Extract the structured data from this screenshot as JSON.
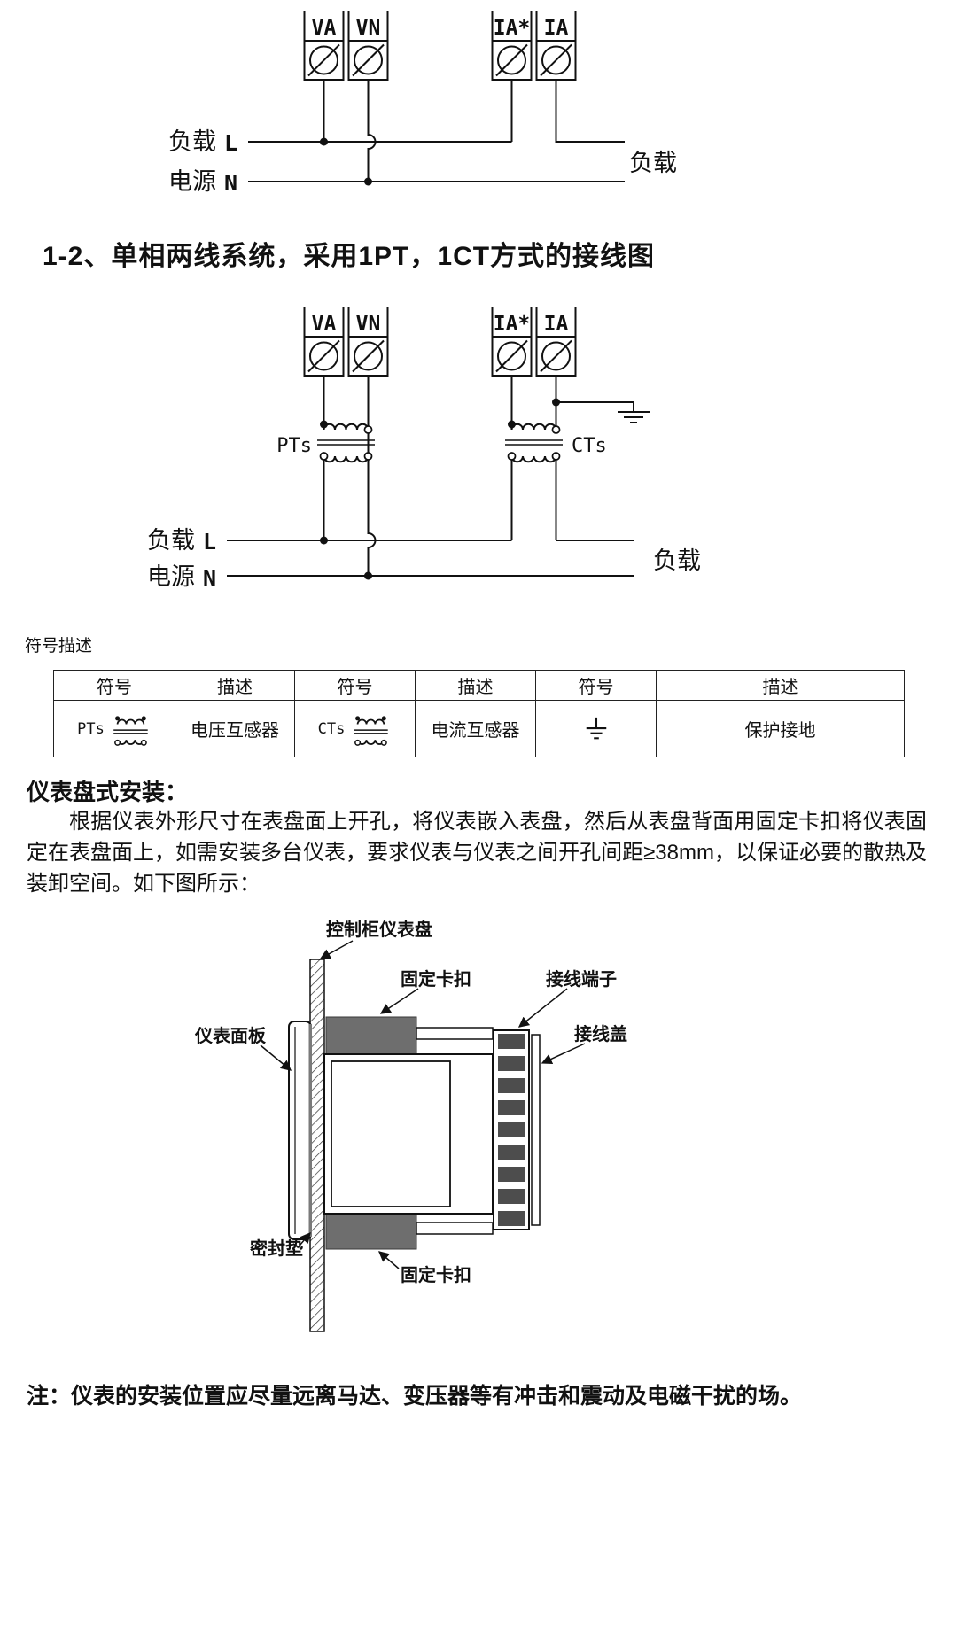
{
  "heading_1_2": "1-2、单相两线系统，采用1PT，1CT方式的接线图",
  "diagram1": {
    "terminals": [
      "VA",
      "VN",
      "IA*",
      "IA"
    ],
    "left_load": "负载",
    "left_source": "电源",
    "line_label": "L",
    "neutral_label": "N",
    "right_load": "负载"
  },
  "diagram2": {
    "terminals": [
      "VA",
      "VN",
      "IA*",
      "IA"
    ],
    "pt_label": "PTs",
    "ct_label": "CTs",
    "left_load": "负载",
    "left_source": "电源",
    "line_label": "L",
    "neutral_label": "N",
    "right_load": "负载"
  },
  "symbol_table": {
    "caption": "符号描述",
    "headers": [
      "符号",
      "描述",
      "符号",
      "描述",
      "符号",
      "描述"
    ],
    "row": {
      "pt_label": "PTs",
      "pt_desc": "电压互感器",
      "ct_label": "CTs",
      "ct_desc": "电流互感器",
      "ground_desc": "保护接地"
    }
  },
  "install": {
    "heading": "仪表盘式安装：",
    "paragraph": "根据仪表外形尺寸在表盘面上开孔，将仪表嵌入表盘，然后从表盘背面用固定卡扣将仪表固定在表盘面上，如需安装多台仪表，要求仪表与仪表之间开孔间距≥38mm，以保证必要的散热及装卸空间。如下图所示：",
    "labels": {
      "panel": "控制柜仪表盘",
      "clip_top": "固定卡扣",
      "terminals": "接线端子",
      "cover": "接线盖",
      "front_panel": "仪表面板",
      "gasket": "密封垫",
      "clip_bottom": "固定卡扣"
    }
  },
  "note": "注：仪表的安装位置应尽量远离马达、变压器等有冲击和震动及电磁干扰的场。",
  "colors": {
    "ink": "#111111",
    "clip_fill": "#6e6e6e",
    "terminal_fill": "#4d4d4d"
  }
}
